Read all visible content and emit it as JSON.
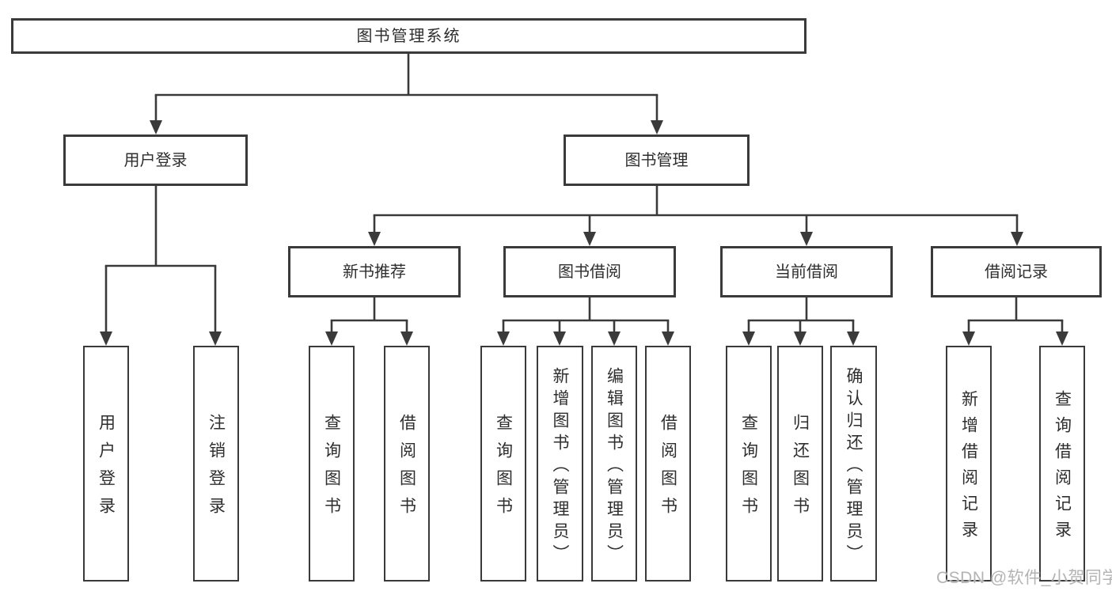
{
  "style": {
    "line_color": "#3a3a3a",
    "box_fill": "#ffffff",
    "text_color": "#2e2e2e",
    "watermark_color": "#b3b3b3",
    "background": "#ffffff"
  },
  "tree": {
    "root": {
      "label": "图书管理系统",
      "children": [
        {
          "label": "用户登录",
          "children": [
            {
              "label": "用户登录"
            },
            {
              "label": "注销登录"
            }
          ]
        },
        {
          "label": "图书管理",
          "children": [
            {
              "label": "新书推荐",
              "children": [
                {
                  "label": "查询图书"
                },
                {
                  "label": "借阅图书"
                }
              ]
            },
            {
              "label": "图书借阅",
              "children": [
                {
                  "label": "查询图书"
                },
                {
                  "label": "新增图书（管理员）"
                },
                {
                  "label": "编辑图书（管理员）"
                },
                {
                  "label": "借阅图书"
                }
              ]
            },
            {
              "label": "当前借阅",
              "children": [
                {
                  "label": "查询图书"
                },
                {
                  "label": "归还图书"
                },
                {
                  "label": "确认归还（管理员）"
                }
              ]
            },
            {
              "label": "借阅记录",
              "children": [
                {
                  "label": "新增借阅记录"
                },
                {
                  "label": "查询借阅记录"
                }
              ]
            }
          ]
        }
      ]
    }
  },
  "watermark": {
    "text": "CSDN @软件_小贺同学"
  }
}
